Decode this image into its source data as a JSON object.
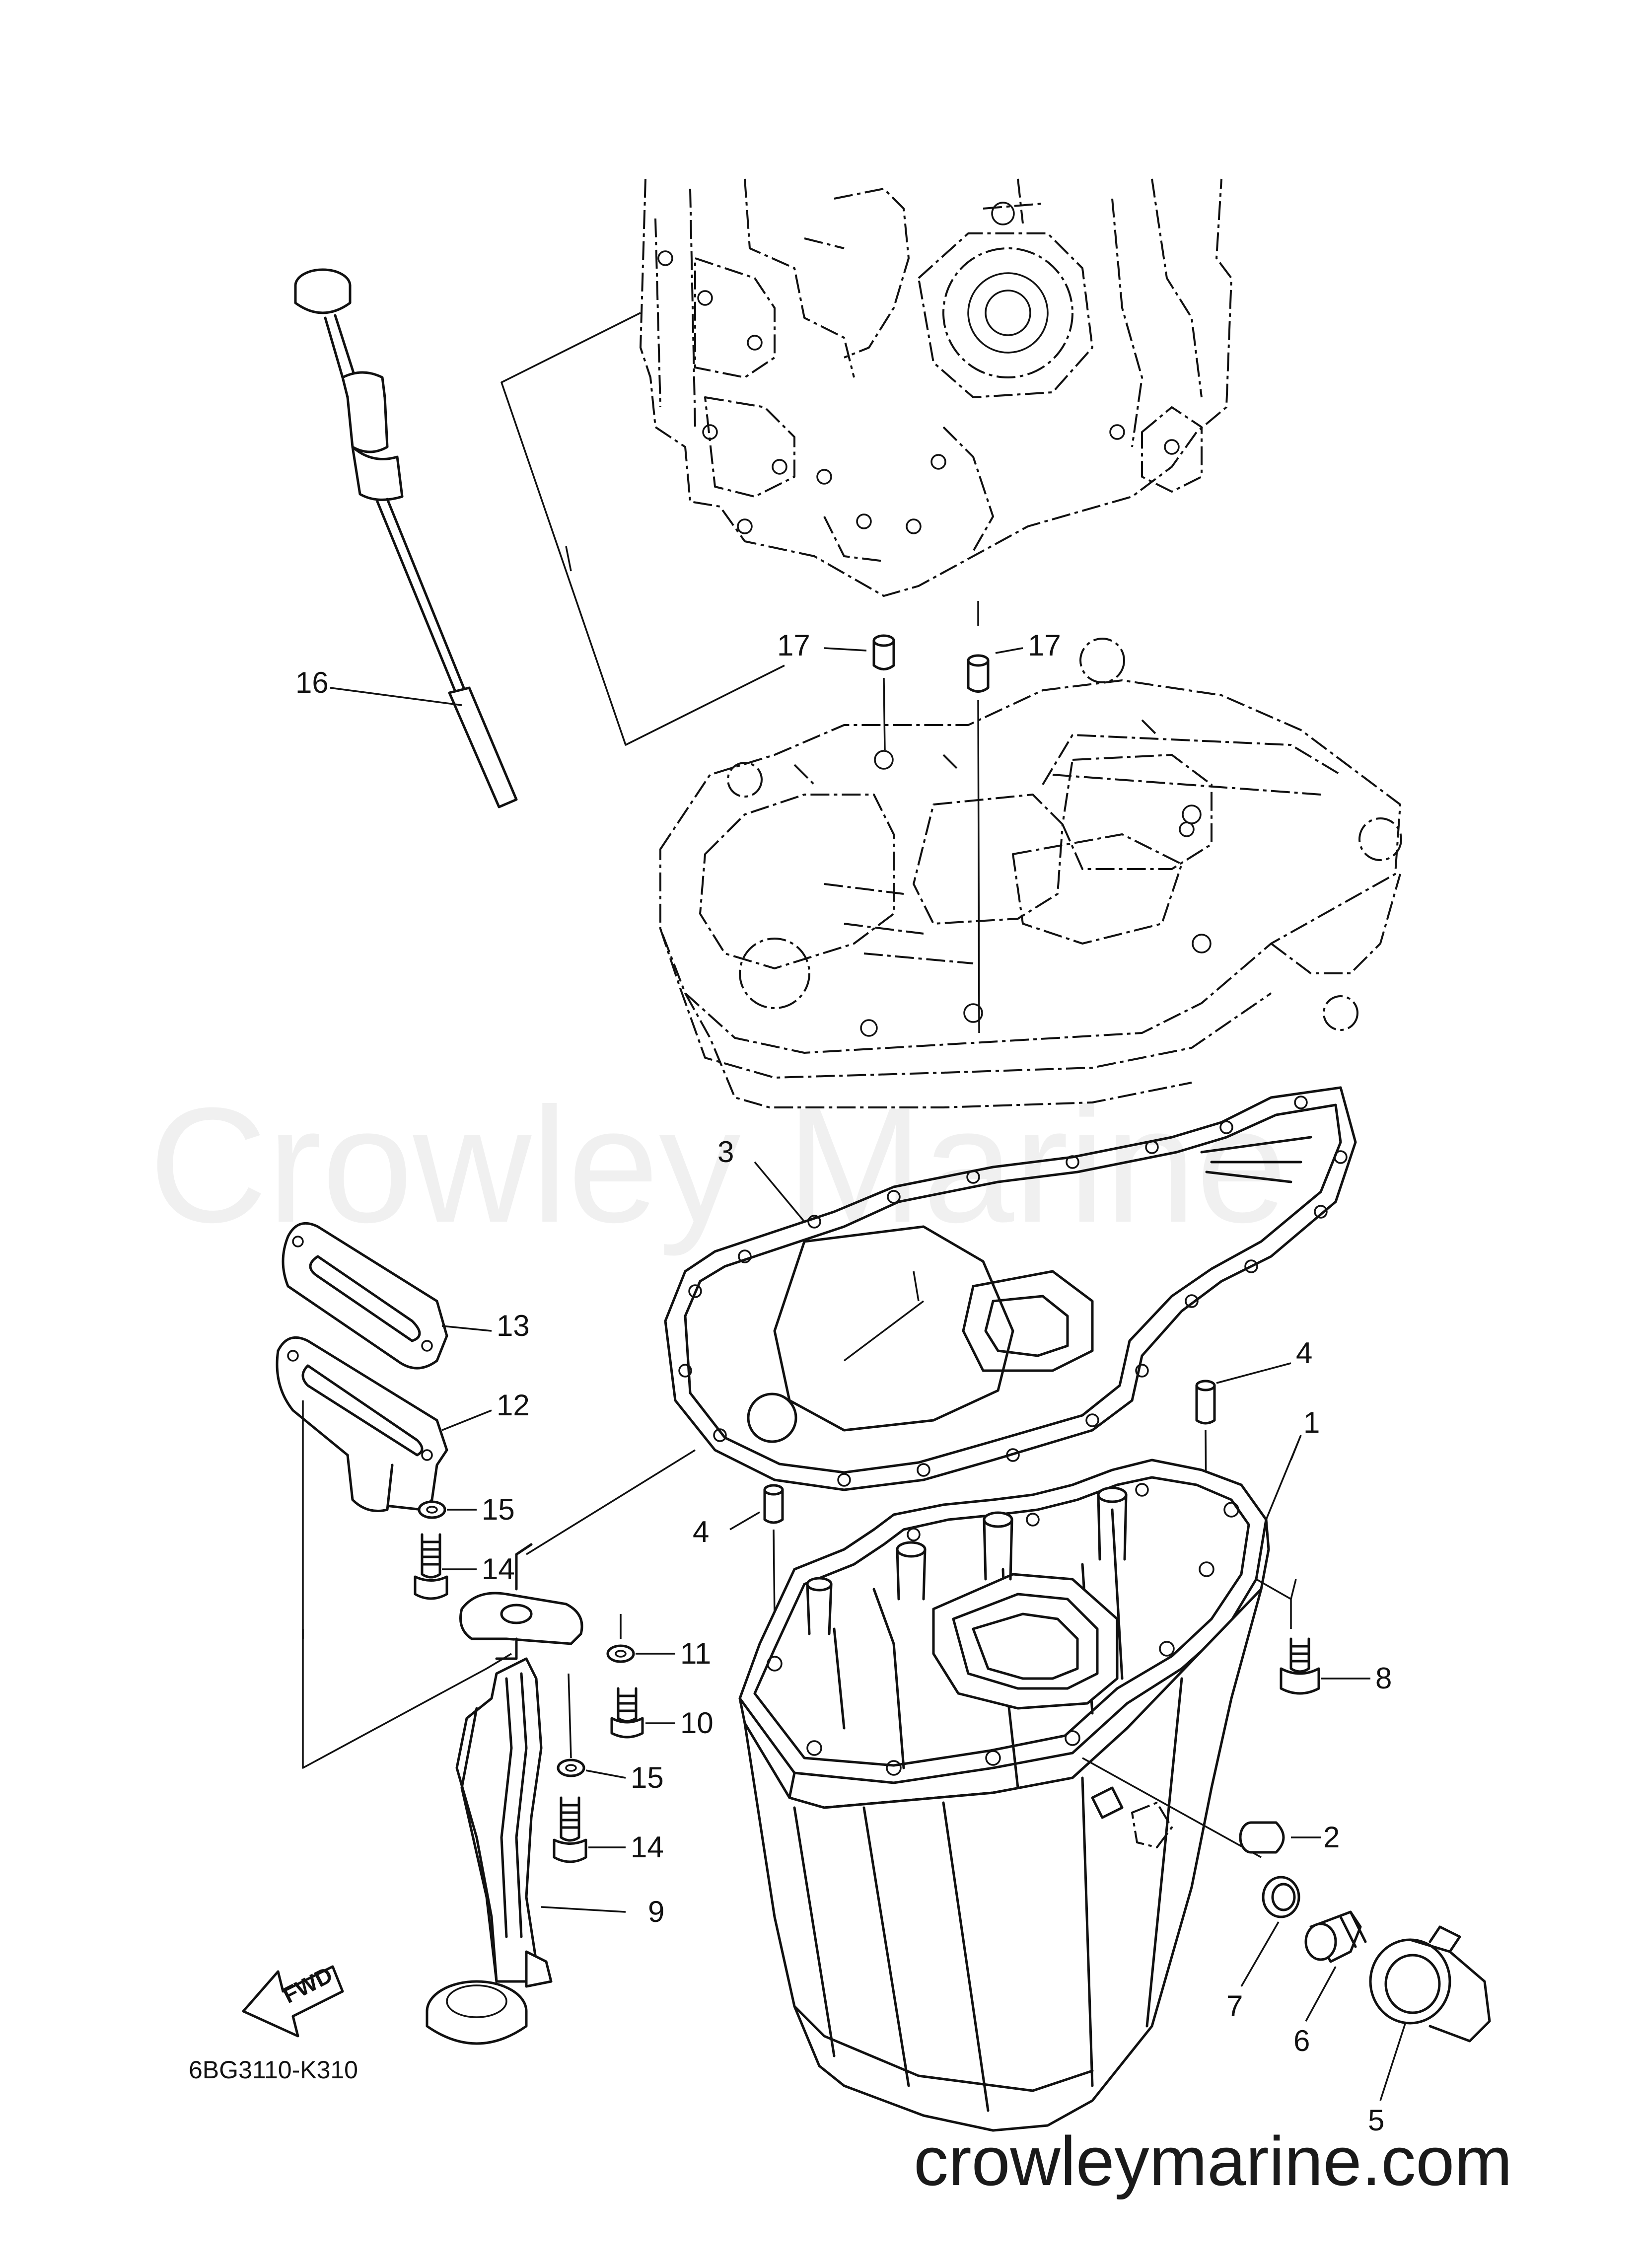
{
  "watermark": {
    "brand": "Crowley Marine",
    "url": "crowleymarine.com"
  },
  "diagram_code": "6BG3110-K310",
  "fwd_label": "FWD",
  "callouts": {
    "c1": "1",
    "c2": "2",
    "c3": "3",
    "c4a": "4",
    "c4b": "4",
    "c5": "5",
    "c6": "6",
    "c7": "7",
    "c8": "8",
    "c9": "9",
    "c10": "10",
    "c11": "11",
    "c12": "12",
    "c13": "13",
    "c14a": "14",
    "c14b": "14",
    "c15a": "15",
    "c15b": "15",
    "c16": "16",
    "c17a": "17",
    "c17b": "17"
  }
}
